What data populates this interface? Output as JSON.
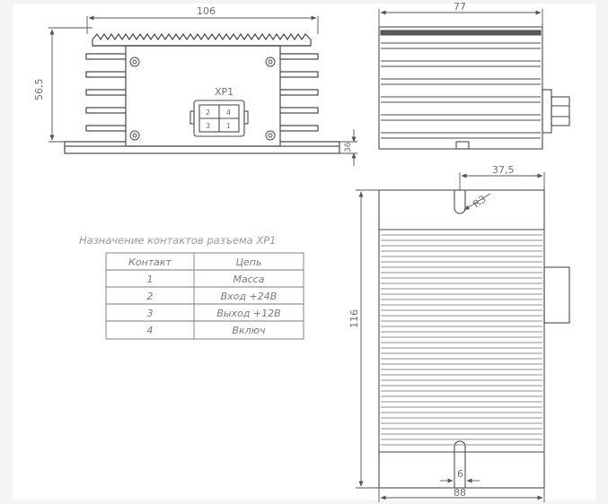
{
  "dimensions": {
    "width_top": "106",
    "height_left": "56,5",
    "foot_height": "36",
    "width_side": "77",
    "slot_offset": "37,5",
    "slot_radius": "R3",
    "height_plan": "116",
    "slot_width": "6",
    "width_plan": "88"
  },
  "connector": {
    "label": "XP1",
    "pins": [
      "2",
      "4",
      "3",
      "1"
    ]
  },
  "pin_table": {
    "title": "Назначение контактов разъема XP1",
    "headers": [
      "Контакт",
      "Цепь"
    ],
    "rows": [
      [
        "1",
        "Масса"
      ],
      [
        "2",
        "Вход +24В"
      ],
      [
        "3",
        "Выход +12В"
      ],
      [
        "4",
        "Включ"
      ]
    ]
  }
}
